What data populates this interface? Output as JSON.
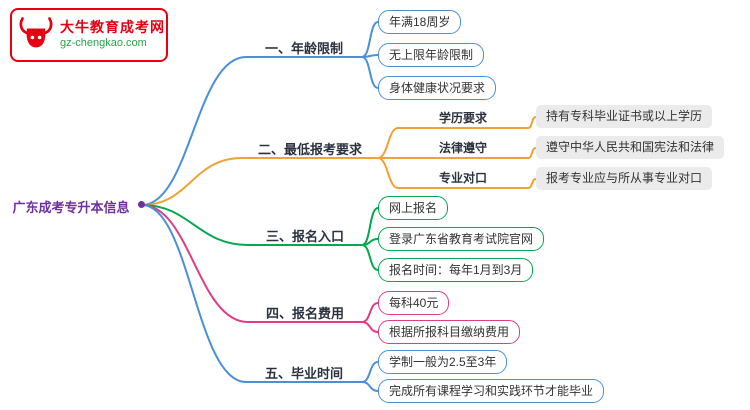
{
  "colors": {
    "blue": "#4a90d9",
    "orange": "#f0a232",
    "green": "#00a84f",
    "pink": "#e23c86",
    "purple": "#7030a0",
    "red": "#e60012",
    "logo_green": "#2aa24a"
  },
  "logo": {
    "title": "大牛教育成考网",
    "domain": "gz-chengkao.com"
  },
  "root": {
    "label": "广东成考专升本信息",
    "color": "#7030a0"
  },
  "branches": [
    {
      "label": "一、年龄限制",
      "color": "#4a90d9",
      "children": [
        {
          "label": "年满18周岁"
        },
        {
          "label": "无上限年龄限制"
        },
        {
          "label": "身体健康状况要求"
        }
      ]
    },
    {
      "label": "二、最低报考要求",
      "color": "#f0a232",
      "children": [
        {
          "label": "学历要求",
          "value": "持有专科毕业证书或以上学历"
        },
        {
          "label": "法律遵守",
          "value": "遵守中华人民共和国宪法和法律"
        },
        {
          "label": "专业对口",
          "value": "报考专业应与所从事专业对口"
        }
      ]
    },
    {
      "label": "三、报名入口",
      "color": "#00a84f",
      "children": [
        {
          "label": "网上报名"
        },
        {
          "label": "登录广东省教育考试院官网"
        },
        {
          "label": "报名时间：每年1月到3月"
        }
      ]
    },
    {
      "label": "四、报名费用",
      "color": "#e23c86",
      "children": [
        {
          "label": "每科40元"
        },
        {
          "label": "根据所报科目缴纳费用"
        }
      ]
    },
    {
      "label": "五、毕业时间",
      "color": "#4a90d9",
      "children": [
        {
          "label": "学制一般为2.5至3年"
        },
        {
          "label": "完成所有课程学习和实践环节才能毕业"
        }
      ]
    }
  ]
}
